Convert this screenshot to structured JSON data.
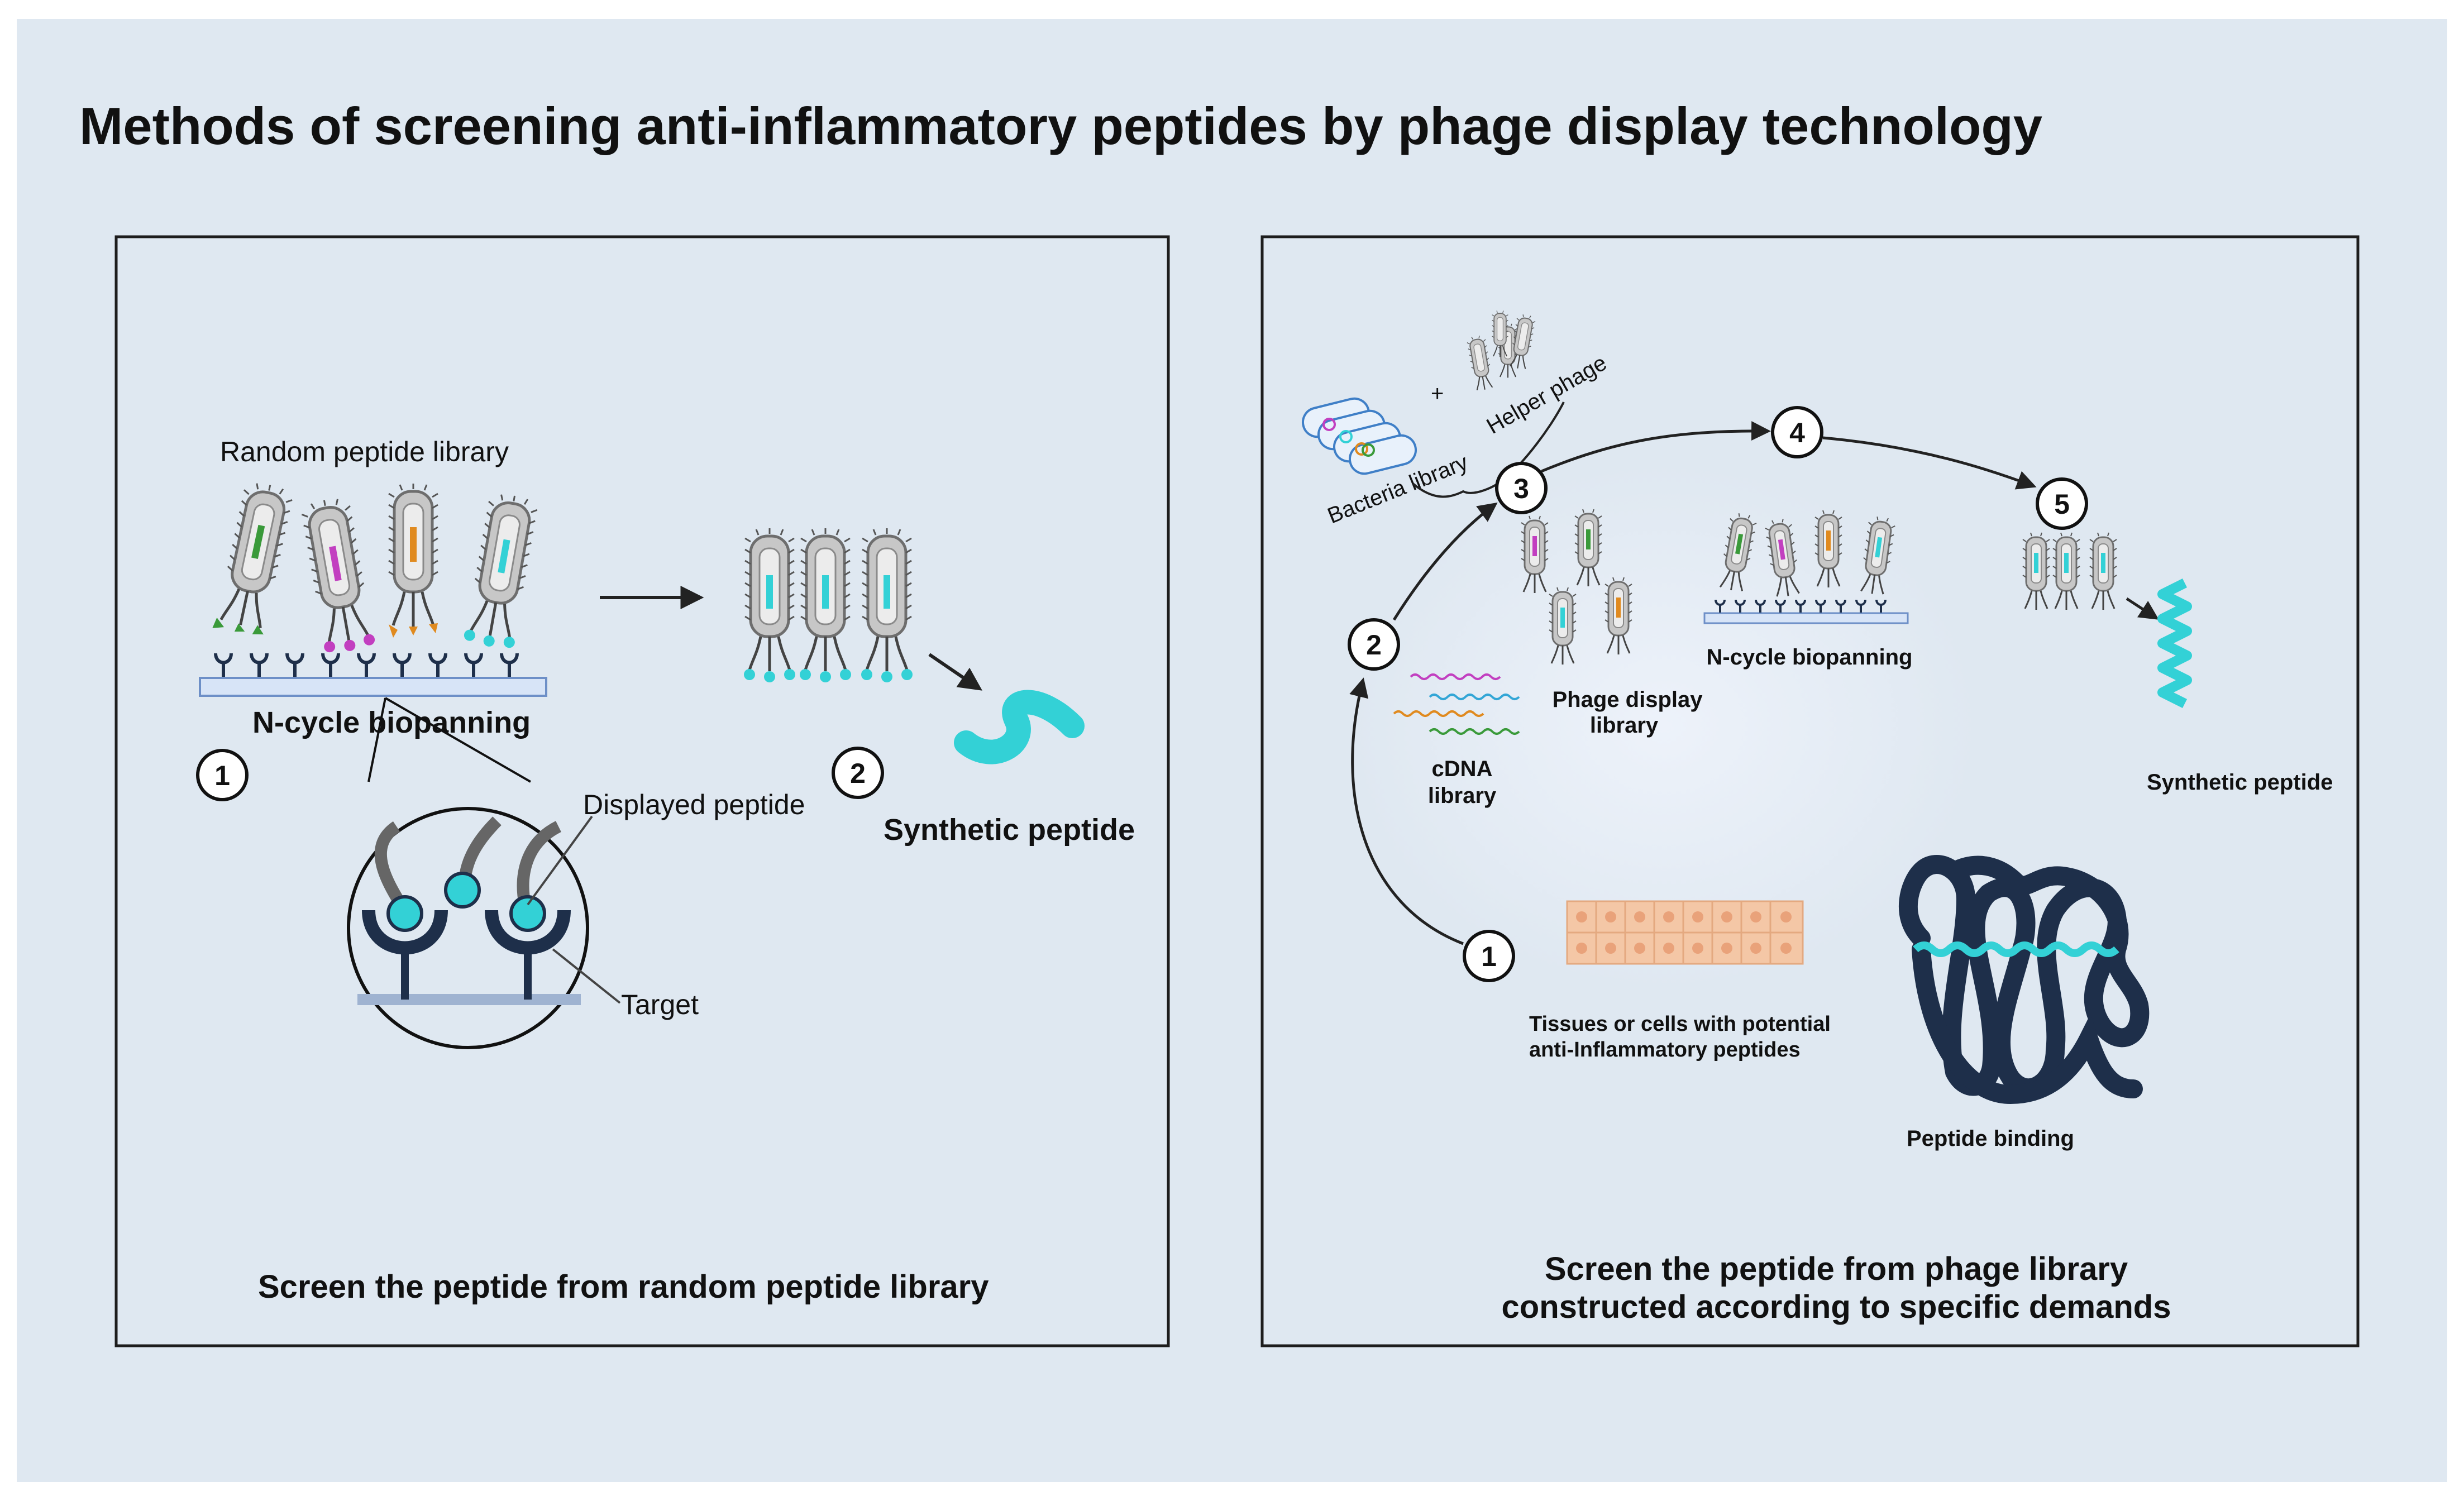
{
  "colors": {
    "page_bg": "#ffffff",
    "canvas_bg": "#dfe8f1",
    "panel_border": "#1d1d1d",
    "phage_body": "#bdbdbd",
    "phage_edge": "#6e6e6e",
    "cyan": "#33d1d6",
    "green": "#3a9a3a",
    "magenta": "#c23fc0",
    "orange": "#e08a1f",
    "target_navy": "#1e2f4a",
    "cell": "#f4c7a6",
    "cell_nucleus": "#e9a27a"
  },
  "title": "Methods of screening anti-inflammatory peptides by phage display technology",
  "left_panel": {
    "library_label": "Random peptide library",
    "biopanning_label": "N-cycle biopanning",
    "step1": "1",
    "step2": "2",
    "displayed_peptide_label": "Displayed peptide",
    "target_label": "Target",
    "synthetic_label": "Synthetic peptide",
    "caption": "Screen the peptide from random peptide library"
  },
  "right_panel": {
    "bacteria_label": "Bacteria library",
    "plus": "+",
    "helper_label": "Helper phage",
    "step1": "1",
    "step2": "2",
    "step3": "3",
    "step4": "4",
    "step5": "5",
    "phage_display_label_1": "Phage display",
    "phage_display_label_2": "library",
    "biopanning_label": "N-cycle biopanning",
    "cdna_label_1": "cDNA",
    "cdna_label_2": "library",
    "synthetic_label": "Synthetic peptide",
    "tissues_label_1": "Tissues or cells with potential",
    "tissues_label_2": "anti-Inflammatory peptides",
    "binding_label": "Peptide binding",
    "caption_1": "Screen the peptide from phage library",
    "caption_2": "constructed according to specific demands"
  }
}
